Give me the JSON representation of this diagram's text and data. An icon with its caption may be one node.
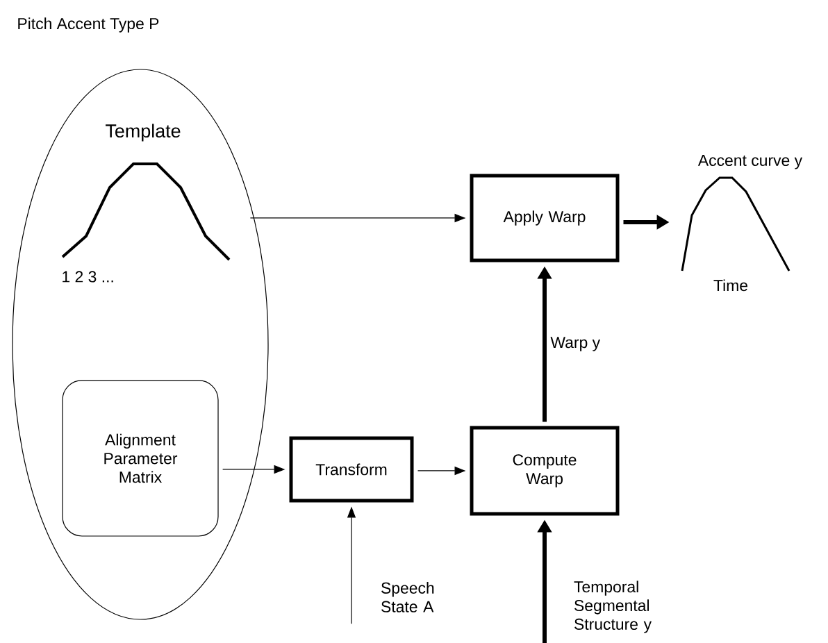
{
  "diagram": {
    "title": "Pitch Accent Type P",
    "nodes": [
      {
        "text": [],
        "shape": "ellipse"
      },
      {
        "text": [
          "Template",
          "1 2 3 ..."
        ],
        "in": 0
      },
      {
        "text": [
          "Alignment Parameter Matrix"
        ],
        "in": 0
      },
      {
        "text": [
          "Apply Warp"
        ]
      },
      {
        "text": [
          "Accent curve y",
          "Time"
        ]
      },
      {
        "text": [
          "Transform"
        ]
      },
      {
        "text": [
          "Compute Warp"
        ]
      },
      {
        "text": [
          "Speech State A"
        ]
      },
      {
        "text": [
          "Temporal Segmental Structure y"
        ]
      }
    ],
    "edges": [
      {
        "from": 1,
        "to": 3,
        "arrow": "to"
      },
      {
        "from": 3,
        "to": 4,
        "arrow": "to",
        "style": "thick"
      },
      {
        "from": 2,
        "to": 5,
        "arrow": "to"
      },
      {
        "from": 5,
        "to": 6,
        "arrow": "to"
      },
      {
        "from": 6,
        "to": 3,
        "arrow": "to",
        "style": "thick",
        "label": "Warp y"
      },
      {
        "from": 7,
        "to": 5,
        "arrow": "to"
      },
      {
        "from": 8,
        "to": 6,
        "arrow": "to",
        "style": "thick"
      }
    ]
  }
}
